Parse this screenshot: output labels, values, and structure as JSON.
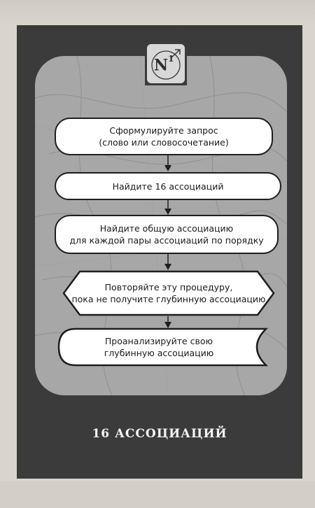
{
  "logo": {
    "letter": "N",
    "superscript": "1",
    "icon": "arrow-up-right-icon"
  },
  "steps": [
    {
      "line1": "Сформулируйте запрос",
      "line2": "(слово или словосочетание)"
    },
    {
      "line1": "Найдите 16 ассоциаций"
    },
    {
      "line1": "Найдите общую ассоциацию",
      "line2": "для каждой пары ассоциаций по порядку"
    },
    {
      "line1": "Повторяйте эту процедуру,",
      "line2": "пока не получите глубинную ассоциацию"
    },
    {
      "line1": "Проанализируйте свою",
      "line2": "глубинную ассоциацию"
    }
  ],
  "title": "16 АССОЦИАЦИЙ",
  "colors": {
    "panel": "#3b3b3b",
    "map": "#a7a7a7",
    "box": "#ffffff",
    "border": "#1e1e1e"
  }
}
